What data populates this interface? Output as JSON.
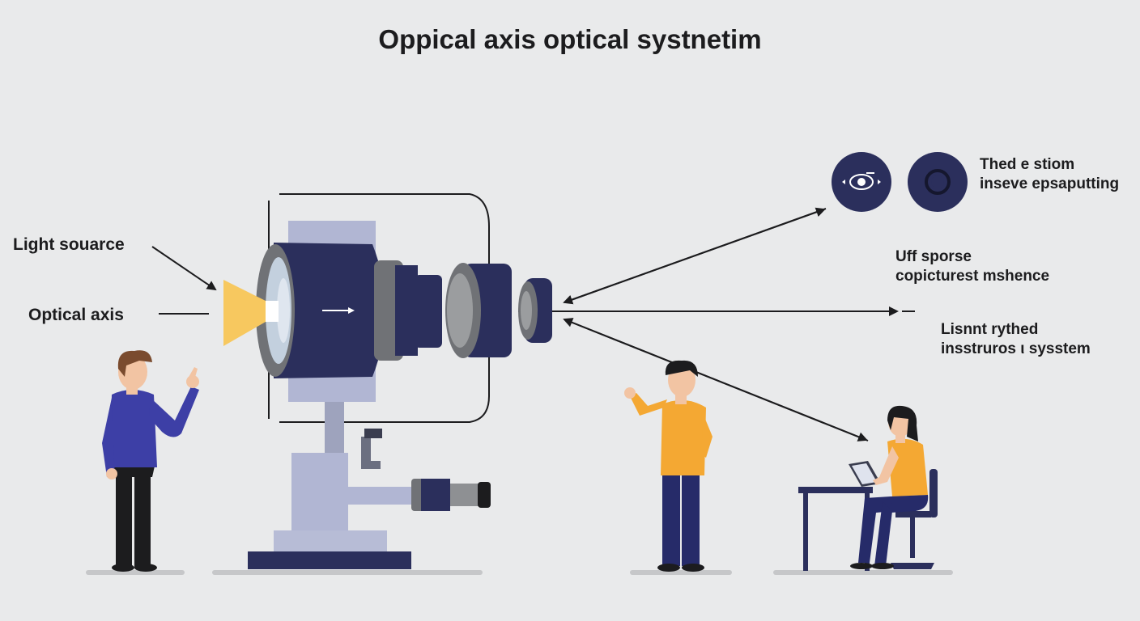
{
  "title": "Oppical axis optical systnetim",
  "labels": {
    "light_source": "Light souarce",
    "optical_axis": "Optical axis",
    "right_top_line1": "Thed e stiom",
    "right_top_line2": "inseve epsaputting",
    "right_mid_line1": "Uff sporse",
    "right_mid_line2": "copicturest mshence",
    "right_low_line1": "Lisnnt rythed",
    "right_low_line2": "insstruros ι sysstem"
  },
  "colors": {
    "background": "#e9eaeb",
    "navy": "#2b2f5c",
    "lens_gray": "#8e9093",
    "stand": "#b1b6d3",
    "light_beam": "#f7c85f",
    "shirt_blue": "#3d3fa6",
    "shirt_orange": "#f4a833",
    "skin": "#f2c4a3",
    "hair": "#3b2a22"
  },
  "icons": [
    "eye-target-icon",
    "lens-ring-icon"
  ]
}
